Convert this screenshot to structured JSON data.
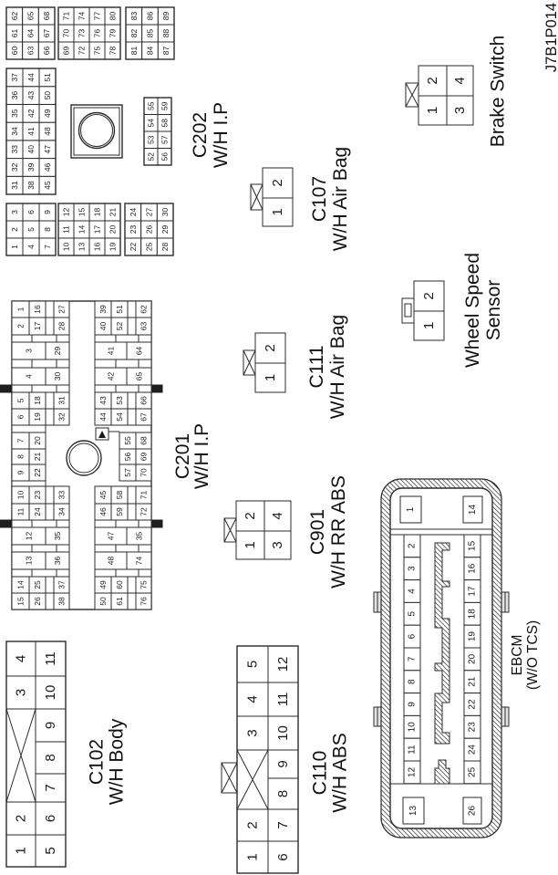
{
  "figure_id": "J7B1P014",
  "c202": {
    "label": [
      "C202",
      "W/H I.P"
    ],
    "blocks": [
      {
        "pins": [
          "60",
          "61",
          "62",
          "63",
          "64",
          "65",
          "66",
          "67",
          "68"
        ]
      },
      {
        "pins": [
          "69",
          "70",
          "71",
          "72",
          "73",
          "74",
          "75",
          "76",
          "77",
          "78",
          "79",
          "80"
        ]
      },
      {
        "pins": [
          "81",
          "82",
          "83",
          "84",
          "85",
          "86",
          "87",
          "88",
          "89"
        ]
      },
      {
        "pins": [
          "31",
          "32",
          "33",
          "34",
          "35",
          "36",
          "37",
          "38",
          "39",
          "40",
          "41",
          "42",
          "43",
          "44",
          "45",
          "46",
          "47",
          "48",
          "49",
          "50",
          "51"
        ]
      },
      {
        "pins": [
          "52",
          "53",
          "54",
          "55",
          "56",
          "57",
          "58",
          "59"
        ]
      },
      {
        "pins": [
          "1",
          "2",
          "3",
          "4",
          "5",
          "6",
          "7",
          "8",
          "9"
        ]
      },
      {
        "pins": [
          "10",
          "11",
          "12",
          "13",
          "14",
          "15",
          "16",
          "17",
          "18",
          "19",
          "20",
          "21"
        ]
      },
      {
        "pins": [
          "22",
          "23",
          "24",
          "25",
          "26",
          "27",
          "28",
          "29",
          "30"
        ]
      }
    ]
  },
  "c201": {
    "label": [
      "C201",
      "W/H I.P"
    ],
    "pins": [
      "1",
      "16",
      "27",
      "2",
      "17",
      "28",
      "3",
      "29",
      "4",
      "30",
      "5",
      "18",
      "31",
      "6",
      "19",
      "32",
      "7",
      "20",
      "8",
      "21",
      "9",
      "22",
      "10",
      "23",
      "33",
      "11",
      "24",
      "34",
      "12",
      "35",
      "13",
      "36",
      "14",
      "25",
      "37",
      "15",
      "26",
      "38",
      "39",
      "51",
      "62",
      "40",
      "52",
      "63",
      "41",
      "64",
      "42",
      "65",
      "43",
      "53",
      "66",
      "44",
      "54",
      "67",
      "55",
      "68",
      "56",
      "69",
      "57",
      "70",
      "45",
      "58",
      "71",
      "46",
      "59",
      "72",
      "47",
      "35",
      "48",
      "74",
      "49",
      "60",
      "75",
      "50",
      "61",
      "76"
    ]
  },
  "c107": {
    "label": [
      "C107",
      "W/H Air Bag"
    ],
    "pins": [
      "1",
      "2"
    ]
  },
  "c111": {
    "label": [
      "C111",
      "W/H Air Bag"
    ],
    "pins": [
      "1",
      "2"
    ]
  },
  "wheel_speed_sensor": {
    "label": [
      "Wheel Speed",
      "Sensor"
    ],
    "pins": [
      "1",
      "2"
    ]
  },
  "brake_switch": {
    "label": [
      "Brake Switch"
    ],
    "pins": [
      "1",
      "2",
      "3",
      "4"
    ]
  },
  "c901": {
    "label": [
      "C901",
      "W/H RR ABS"
    ],
    "pins": [
      "1",
      "2",
      "3",
      "4"
    ]
  },
  "c102": {
    "label": [
      "C102",
      "W/H Body"
    ],
    "pins": [
      "1",
      "2",
      "3",
      "4",
      "5",
      "6",
      "7",
      "8",
      "9",
      "10",
      "11"
    ]
  },
  "c110": {
    "label": [
      "C110",
      "W/H ABS"
    ],
    "pins": [
      "1",
      "2",
      "3",
      "4",
      "5",
      "6",
      "7",
      "8",
      "9",
      "10",
      "11",
      "12"
    ]
  },
  "ebcm": {
    "label": [
      "EBCM",
      "(W/O TCS)"
    ],
    "pins": [
      "1",
      "2",
      "3",
      "4",
      "5",
      "6",
      "7",
      "8",
      "9",
      "10",
      "11",
      "12",
      "13",
      "14",
      "15",
      "16",
      "17",
      "18",
      "19",
      "20",
      "21",
      "22",
      "23",
      "24",
      "25",
      "26"
    ]
  }
}
